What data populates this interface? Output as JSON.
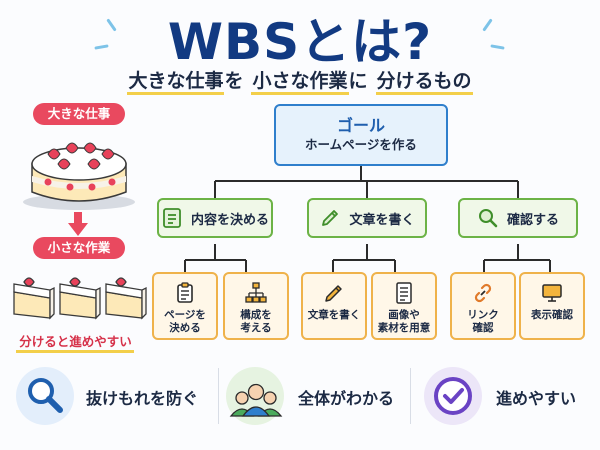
{
  "title": "WBSとは?",
  "subtitle": {
    "part1": "大きな仕事",
    "part2": "を",
    "part3": "小さな作業",
    "part4": "に",
    "part5": "分けるもの"
  },
  "left": {
    "big_label": "大きな仕事",
    "small_label": "小さな作業",
    "result": "分けると進めやすい"
  },
  "goal": {
    "title": "ゴール",
    "subtitle": "ホームページを作る"
  },
  "phases": [
    {
      "label": "内容を決める",
      "icon": "list-icon"
    },
    {
      "label": "文章を書く",
      "icon": "pencil-icon"
    },
    {
      "label": "確認する",
      "icon": "magnifier-icon"
    }
  ],
  "tasks": [
    {
      "label": "ページを\n決める",
      "icon": "clipboard-icon"
    },
    {
      "label": "構成を\n考える",
      "icon": "sitemap-icon"
    },
    {
      "label": "文章を書く",
      "icon": "pencil-icon"
    },
    {
      "label": "画像や\n素材を用意",
      "icon": "document-icon"
    },
    {
      "label": "リンク\n確認",
      "icon": "link-icon"
    },
    {
      "label": "表示確認",
      "icon": "monitor-icon"
    }
  ],
  "benefits": [
    {
      "label": "抜けもれを防ぐ",
      "icon": "magnifier-icon",
      "color": "#e3eefb"
    },
    {
      "label": "全体がわかる",
      "icon": "people-icon",
      "color": "#e6f3e1"
    },
    {
      "label": "進めやすい",
      "icon": "check-circle-icon",
      "color": "#ece6f8"
    }
  ],
  "colors": {
    "title": "#123a82",
    "goal_border": "#2f7fcc",
    "phase_border": "#6cb346",
    "task_border": "#efb24a",
    "accent_red": "#e9495f",
    "underline": "#f3cf4a"
  }
}
